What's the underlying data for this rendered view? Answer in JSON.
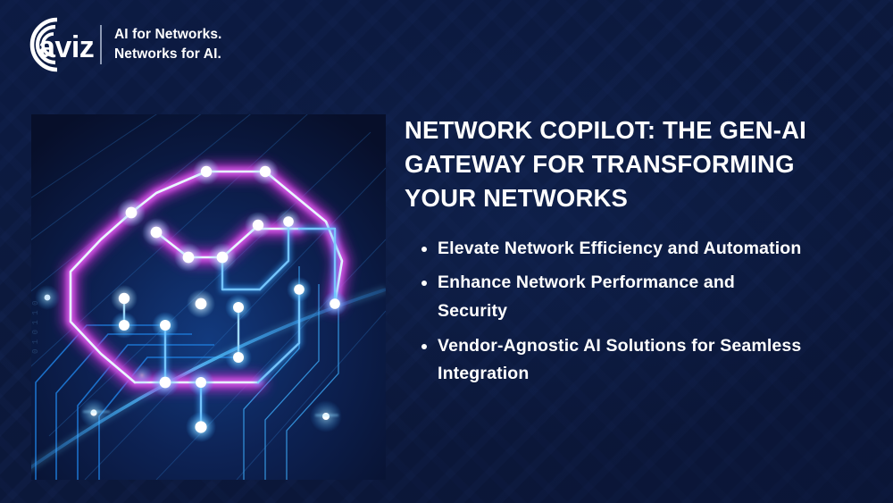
{
  "slide": {
    "background_color": "#0c1a3e",
    "accent_color": "#ffffff"
  },
  "logo": {
    "wordmark": "aviz",
    "mark_icon": "concentric-arcs-icon",
    "tagline_line1": "AI for Networks.",
    "tagline_line2": "Networks for AI."
  },
  "visual": {
    "alt": "ai-brain-circuit-illustration",
    "description": "Glowing magenta and blue circuit-board brain with node dots on dark blue technology background",
    "colors": {
      "magenta": "#c12fd0",
      "cyan": "#3fc6ff",
      "node": "#ffffff",
      "backdrop": "#0a1330"
    }
  },
  "main": {
    "headline": "Network Copilot: The Gen-AI Gateway for Transforming Your Networks",
    "bullets": [
      "Elevate Network Efficiency and Automation",
      "Enhance Network Performance and Security",
      "Vendor-Agnostic AI Solutions for Seamless Integration"
    ]
  }
}
